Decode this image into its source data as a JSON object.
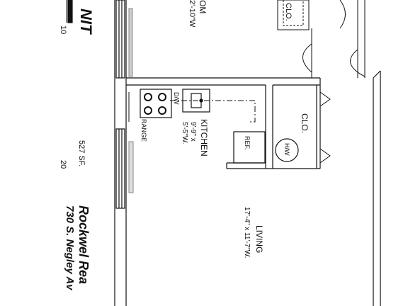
{
  "title_fragment": "NIT",
  "brand": "Rockwel Rea",
  "address": "730 S. Negley Av",
  "scale": {
    "tick_start": "10",
    "tick_end": "20",
    "area": "527 SF."
  },
  "rooms": {
    "bedroom_fragment": "OM",
    "bedroom_dim": "2'-10\"W",
    "closet_top": "CLO.",
    "closet": "CLO.",
    "water_heater": "H/W",
    "kitchen": "KITCHEN",
    "kitchen_dim1": "9'-9\" x",
    "kitchen_dim2": "5'-5\"W.",
    "range": "RANGE",
    "dishwasher": "D/W",
    "refrigerator": "REF.",
    "living": "LIVING",
    "living_dim": "17'-4\" x 11'-7\"W."
  }
}
